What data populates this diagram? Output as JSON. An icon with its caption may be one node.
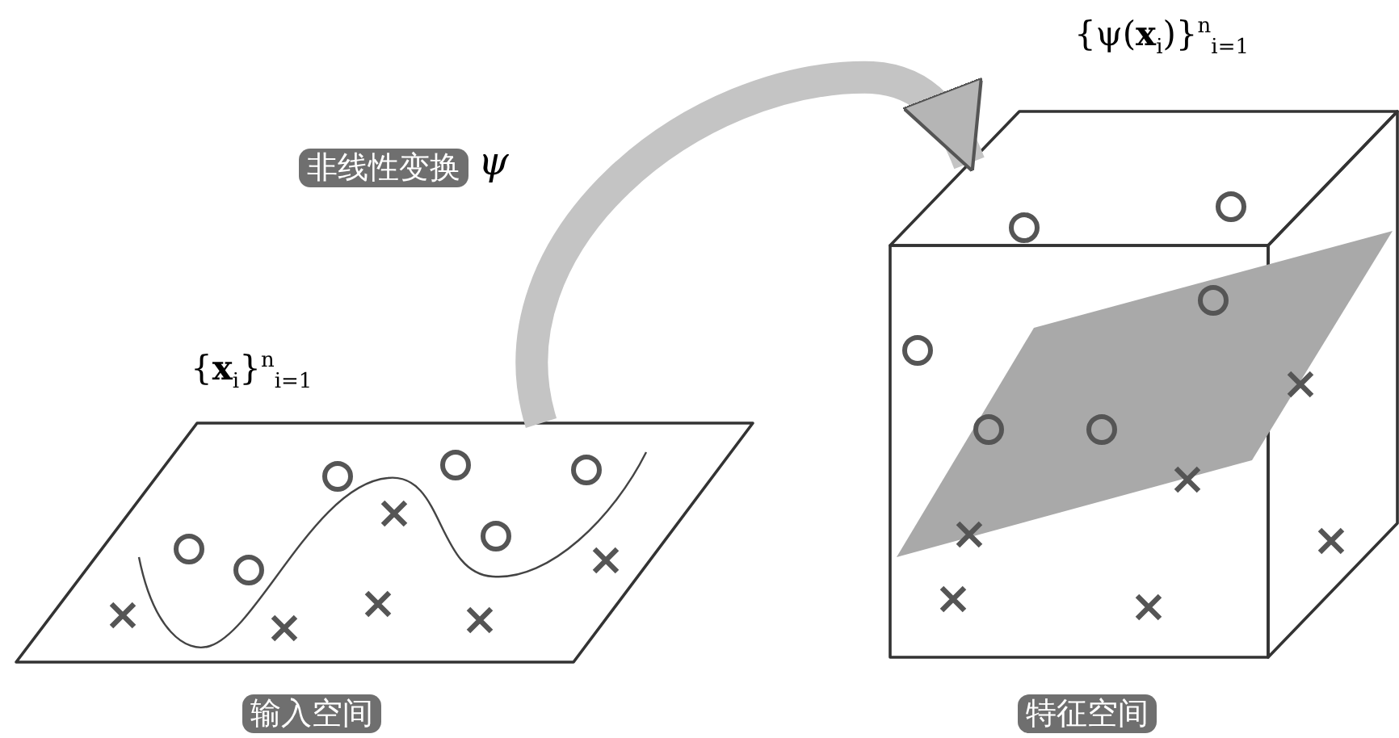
{
  "diagram": {
    "nodes": [
      {
        "text": [],
        "shape": "parallelogram"
      },
      {
        "text": [],
        "shape": "box"
      },
      {
        "text": [
          "非线性变换"
        ],
        "beside": [
          "ψ"
        ]
      },
      {
        "text": [
          "输入空间"
        ]
      },
      {
        "text": [
          "特征空间"
        ]
      }
    ],
    "edges": [
      {
        "from": 0,
        "to": 1,
        "arrow": "to"
      }
    ],
    "labels": [
      "{**x**$_{i}$}$^{n}$$_{i=1}$",
      "{ψ(**x**$_{i}$)}$^{n}$$_{i=1}$"
    ]
  }
}
